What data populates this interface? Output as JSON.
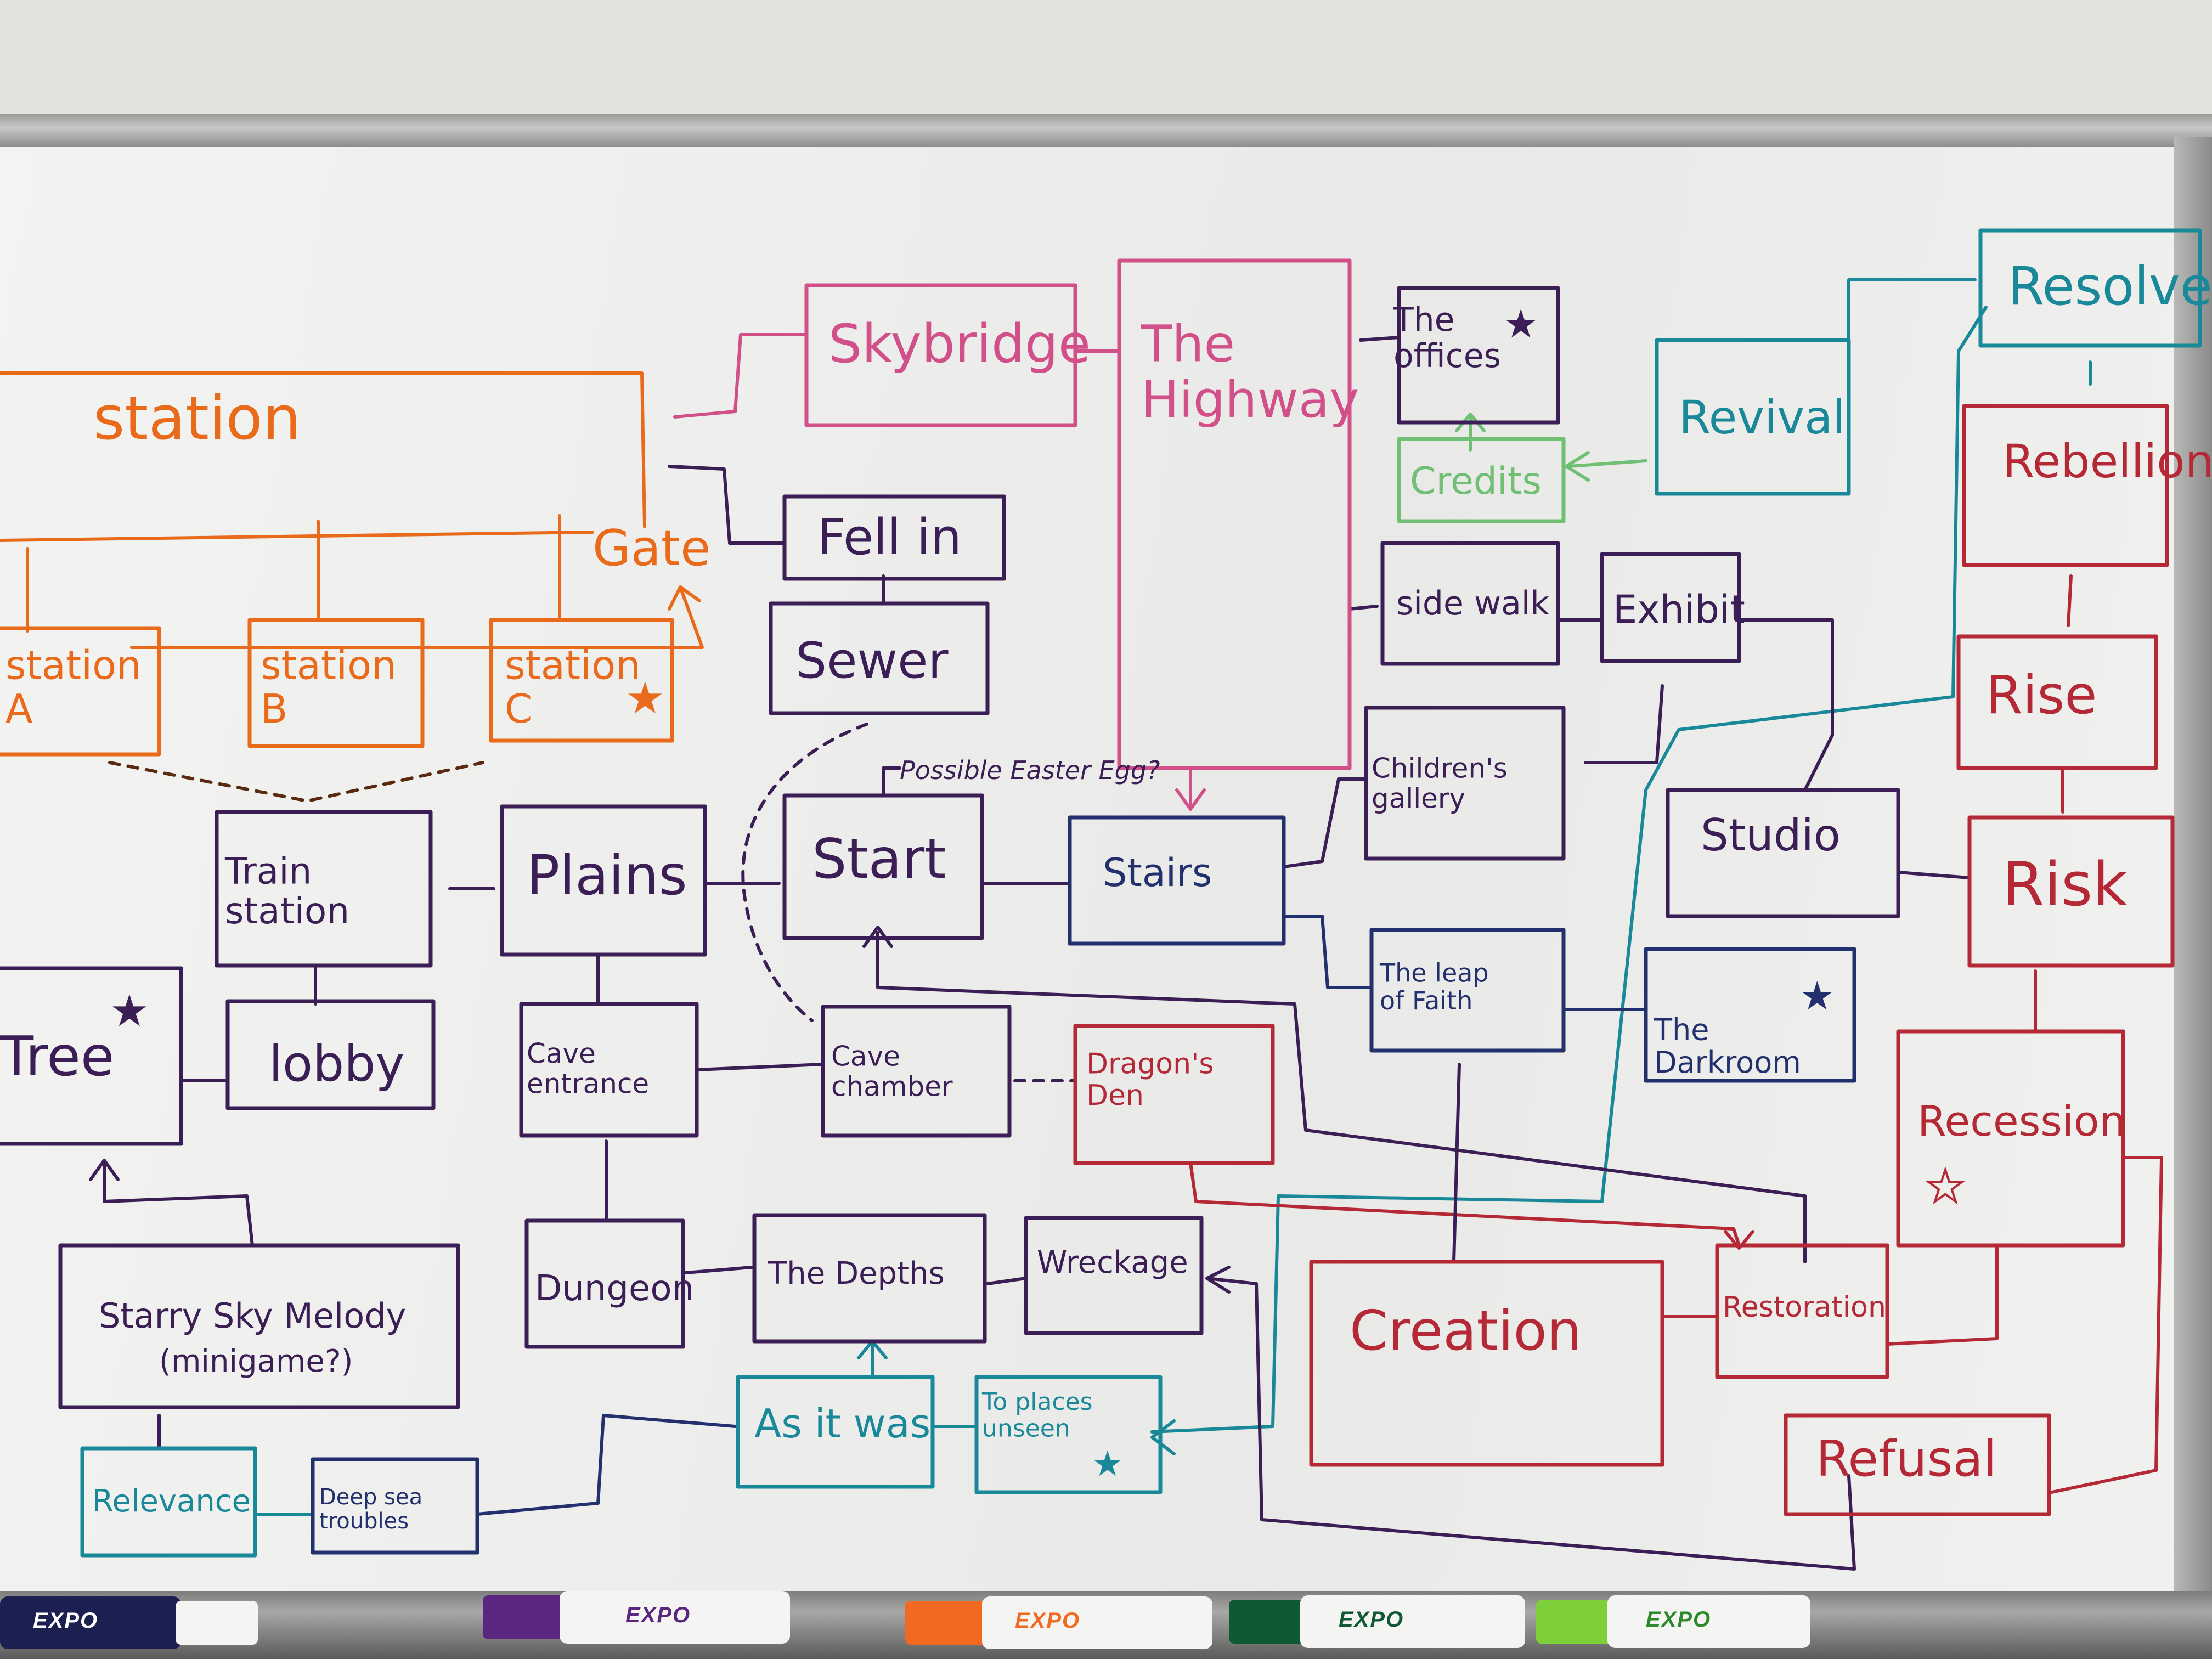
{
  "colors": {
    "orange": "#ea6a1c",
    "pink": "#d2508a",
    "purple": "#3a1e55",
    "navy": "#23306e",
    "teal": "#19899a",
    "green": "#6fbf74",
    "red": "#b52836"
  },
  "nodes": {
    "station": "station",
    "gate": "Gate",
    "station_a": "station A",
    "station_b": "station B",
    "station_c": "station C",
    "skybridge": "Skybridge",
    "fell_in": "Fell in",
    "sewer": "Sewer",
    "highway": "The Highway",
    "offices": "The offices",
    "credits": "Credits",
    "revival": "Revival",
    "resolve": "Resolve",
    "rebellion": "Rebellion",
    "sidewalk": "side walk",
    "exhibit": "Exhibit",
    "childrens_gallery": "Children's gallery",
    "studio": "Studio",
    "rise": "Rise",
    "risk": "Risk",
    "possible_easter_egg": "Possible Easter Egg?",
    "train_station": "Train station",
    "plains": "Plains",
    "start": "Start",
    "stairs": "Stairs",
    "leap_of_faith": "The leap of Faith",
    "darkroom": "The Darkroom",
    "recession": "Recession",
    "tree": "Tree",
    "lobby": "lobby",
    "cave_entrance": "Cave entrance",
    "cave_chamber": "Cave chamber",
    "dragons_den": "Dragon's Den",
    "starry_sky": "Starry Sky Melody",
    "minigame": "(minigame?)",
    "dungeon": "Dungeon",
    "depths": "The Depths",
    "wreckage": "Wreckage",
    "creation": "Creation",
    "restoration": "Restoration",
    "refusal": "Refusal",
    "as_it_was": "As it was",
    "to_places_unseen": "To places unseen",
    "relevance": "Relevance",
    "deep_sea": "Deep sea troubles"
  },
  "markers": {
    "expo_label": "EXPO"
  }
}
